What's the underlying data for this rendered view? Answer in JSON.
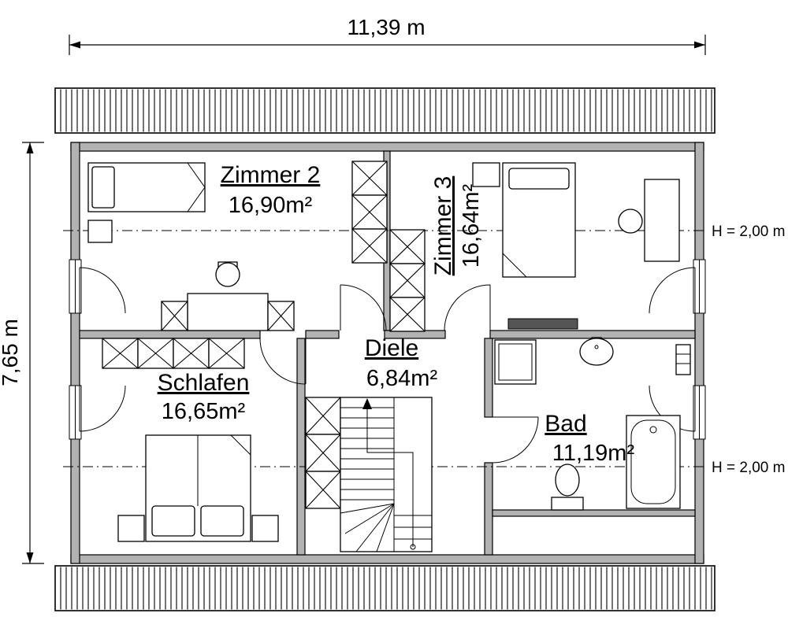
{
  "drawing": {
    "dim_width": "11,39 m",
    "dim_height": "7,65 m",
    "height_marker_top": "H = 2,00 m",
    "height_marker_bottom": "H = 2,00 m"
  },
  "rooms": {
    "zimmer2": {
      "name": "Zimmer 2",
      "area": "16,90m²"
    },
    "zimmer3": {
      "name": "Zimmer 3",
      "area": "16,64m²"
    },
    "schlafen": {
      "name": "Schlafen",
      "area": "16,65m²"
    },
    "diele": {
      "name": "Diele",
      "area": "6,84m²"
    },
    "bad": {
      "name": "Bad",
      "area": "11,19m²"
    }
  },
  "colors": {
    "wall_fill": "#b2b2b2",
    "line": "#000000",
    "background": "#ffffff"
  }
}
